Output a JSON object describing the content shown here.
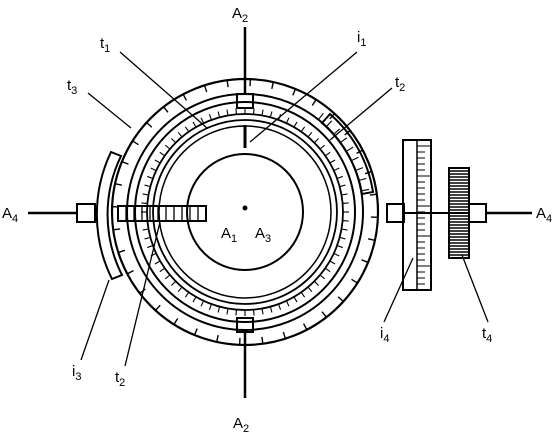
{
  "labels": {
    "a2_top": {
      "main": "A",
      "sub": "2"
    },
    "a2_bottom": {
      "main": "A",
      "sub": "2"
    },
    "a4_left": {
      "main": "A",
      "sub": "4"
    },
    "a4_right": {
      "main": "A",
      "sub": "4"
    },
    "a1": {
      "main": "A",
      "sub": "1"
    },
    "a3": {
      "main": "A",
      "sub": "3"
    },
    "t1": {
      "main": "t",
      "sub": "1"
    },
    "t2_top": {
      "main": "t",
      "sub": "2"
    },
    "t2_bottom": {
      "main": "t",
      "sub": "2"
    },
    "t3": {
      "main": "t",
      "sub": "3"
    },
    "t4": {
      "main": "t",
      "sub": "4"
    },
    "i1": {
      "main": "i",
      "sub": "1"
    },
    "i3": {
      "main": "i",
      "sub": "3"
    },
    "i4": {
      "main": "i",
      "sub": "4"
    }
  }
}
